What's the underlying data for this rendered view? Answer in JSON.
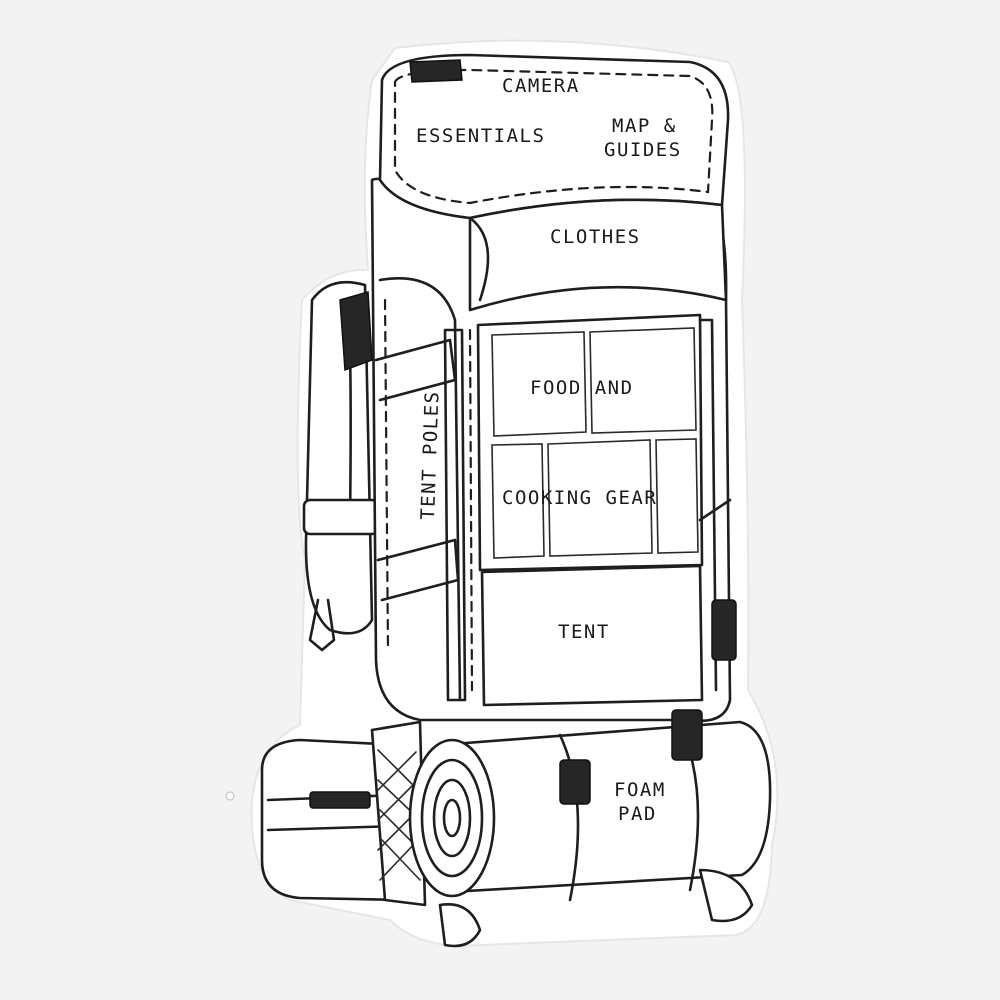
{
  "labels": {
    "camera": "CAMERA",
    "essentials": "ESSENTIALS",
    "map_line1": "MAP &",
    "map_line2": "GUIDES",
    "clothes": "CLOTHES",
    "food": "FOOD AND",
    "cooking": "COOKING GEAR",
    "tent_poles": "TENT POLES",
    "tent": "TENT",
    "foam_line1": "FOAM",
    "foam_line2": "PAD"
  },
  "colors": {
    "ink": "#1e1e1e",
    "paper": "#ffffff",
    "background": "#f3f3f3"
  }
}
